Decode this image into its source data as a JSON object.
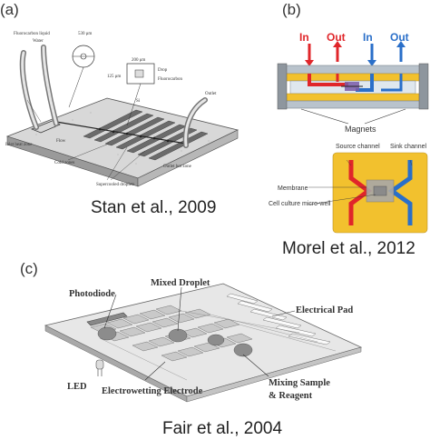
{
  "panels": {
    "a": {
      "tag": "(a)",
      "caption": "Stan et al., 2009",
      "labels": {
        "fluorocarbon_liquid": "Fluorocarbon liquid",
        "water": "Water",
        "width_530": "530 μm",
        "dim_200": "200 μm",
        "dim_125": "125 μm",
        "drop": "Drop",
        "fluorocarbon": "Fluorocarbon",
        "outlet": "Outlet",
        "inlet_heat_zone": "Inlet heat zone",
        "flow": "Flow",
        "cold_zones": "Cold zones",
        "outlet_hot_zone": "Outlet hot zone",
        "supercooled_droplets": "Supercooled droplets",
        "si": "Si"
      }
    },
    "b": {
      "tag": "(b)",
      "caption": "Morel et al., 2012",
      "labels": {
        "in1": "In",
        "out1": "Out",
        "in2": "In",
        "out2": "Out",
        "magnets": "Magnets",
        "source_channel": "Source channel",
        "sink_channel": "Sink channel",
        "membrane": "Membrane",
        "cell_culture_micro_well": "Cell culture micro-well"
      },
      "colors": {
        "red": "#e0262a",
        "blue": "#2a6fc9",
        "yellow": "#f2c12e",
        "gray": "#9aa0a6"
      }
    },
    "c": {
      "tag": "(c)",
      "caption": "Fair et al., 2004",
      "labels": {
        "photodiode": "Photodiode",
        "mixed_droplet": "Mixed Droplet",
        "electrical_pad": "Electrical Pad",
        "led": "LED",
        "electrowetting_electrode": "Electrowetting Electrode",
        "mixing_sample": "Mixing Sample",
        "reagent": "& Reagent"
      }
    }
  }
}
